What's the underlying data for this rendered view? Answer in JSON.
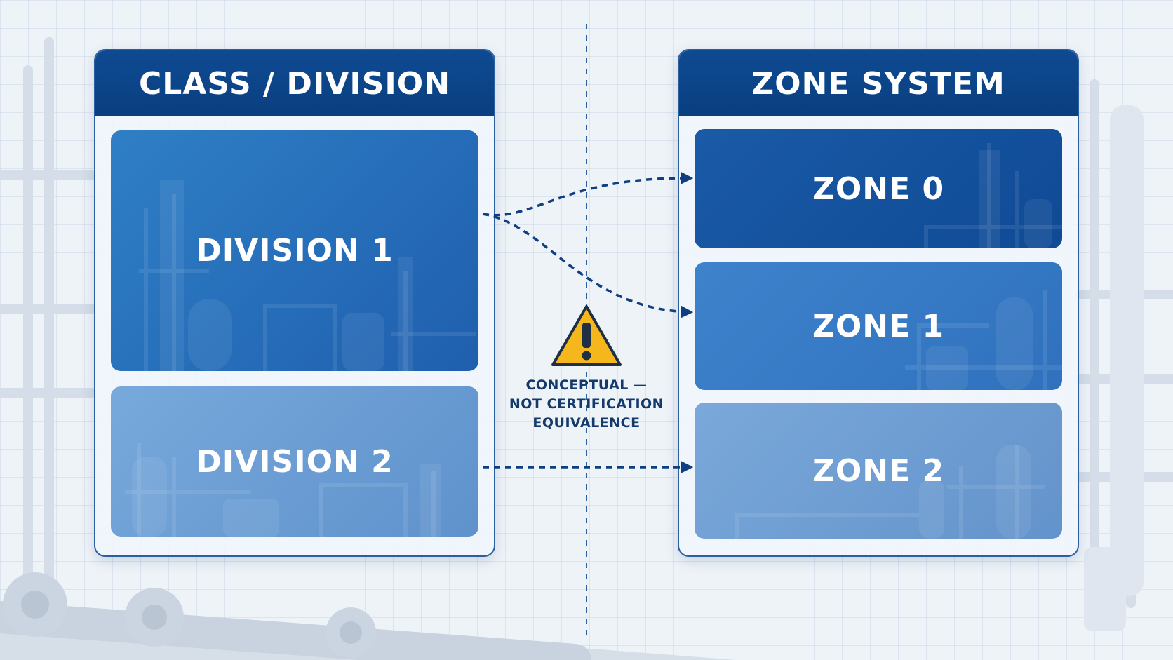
{
  "left_panel": {
    "title": "CLASS / DIVISION",
    "boxes": [
      "DIVISION 1",
      "DIVISION 2"
    ]
  },
  "right_panel": {
    "title": "ZONE SYSTEM",
    "boxes": [
      "ZONE 0",
      "ZONE 1",
      "ZONE 2"
    ]
  },
  "mappings": [
    {
      "from": "DIVISION 1",
      "to": "ZONE 0"
    },
    {
      "from": "DIVISION 1",
      "to": "ZONE 1"
    },
    {
      "from": "DIVISION 2",
      "to": "ZONE 2"
    }
  ],
  "note": {
    "icon": "warning-icon",
    "lines": [
      "CONCEPTUAL —",
      "NOT CERTIFICATION",
      "EQUIVALENCE"
    ]
  },
  "colors": {
    "header": "#0b4286",
    "division_1": "#2a74bf",
    "division_2": "#6f9fd5",
    "zone_0": "#154f9c",
    "zone_1": "#3679c4",
    "zone_2": "#70a0d4",
    "arrow": "#0f3f82",
    "warning": "#f6b71c"
  }
}
